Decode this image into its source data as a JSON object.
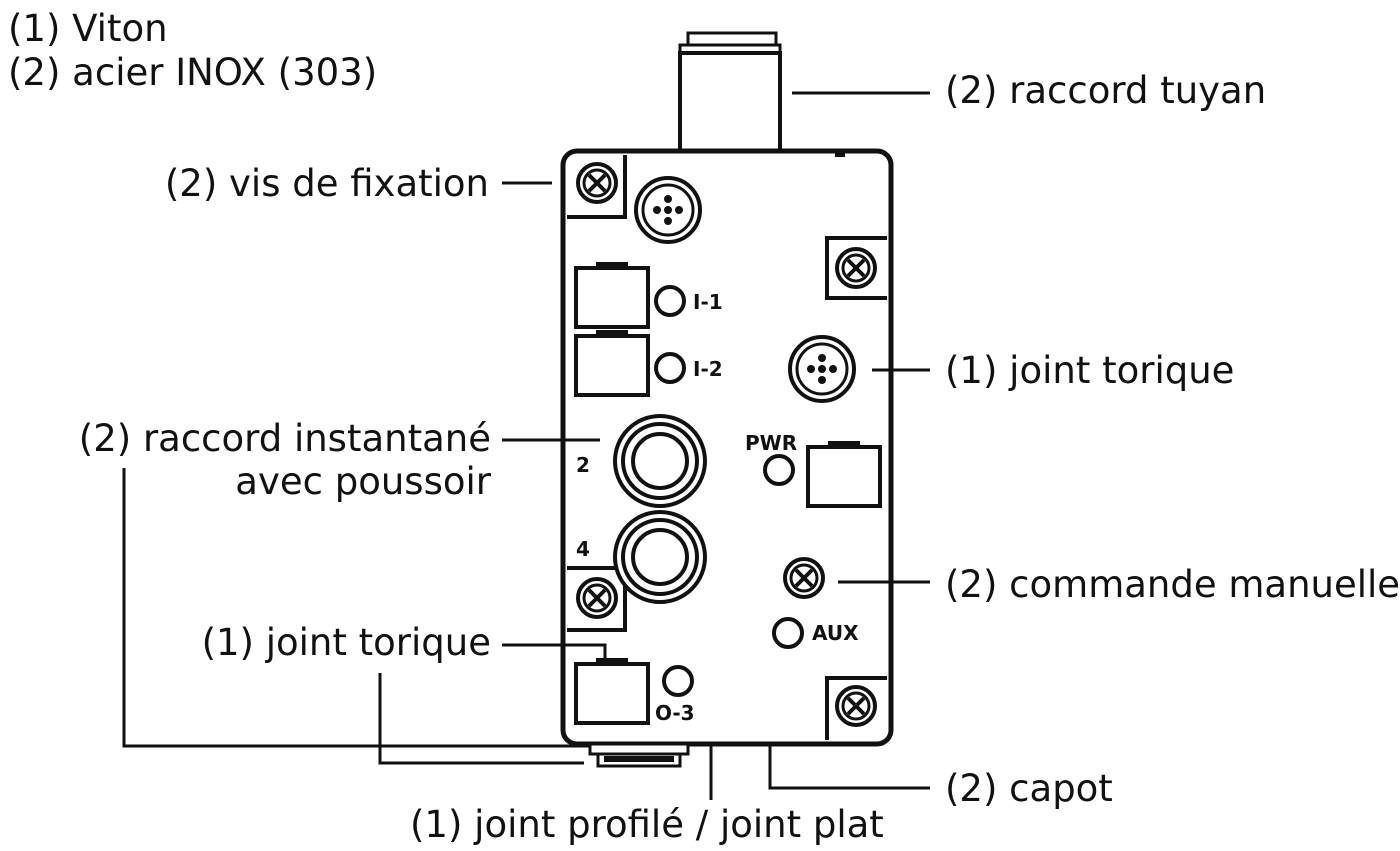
{
  "legend": {
    "line1": "(1) Viton",
    "line2": "(2) acier INOX (303)"
  },
  "callouts": {
    "raccord_tuyan": "(2) raccord tuyan",
    "vis_de_fixation": "(2) vis de fixation",
    "joint_torique_right": "(1) joint torique",
    "raccord_instantane_line1": "(2) raccord instantané",
    "raccord_instantane_line2": "avec poussoir",
    "commande_manuelle": "(2) commande manuelle",
    "joint_torique_left": "(1) joint torique",
    "capot": "(2) capot",
    "joint_profile": "(1) joint profilé / joint plat"
  },
  "device_labels": {
    "i1": "I-1",
    "i2": "I-2",
    "port2": "2",
    "port4": "4",
    "pwr": "PWR",
    "aux": "AUX",
    "o3": "O-3"
  }
}
